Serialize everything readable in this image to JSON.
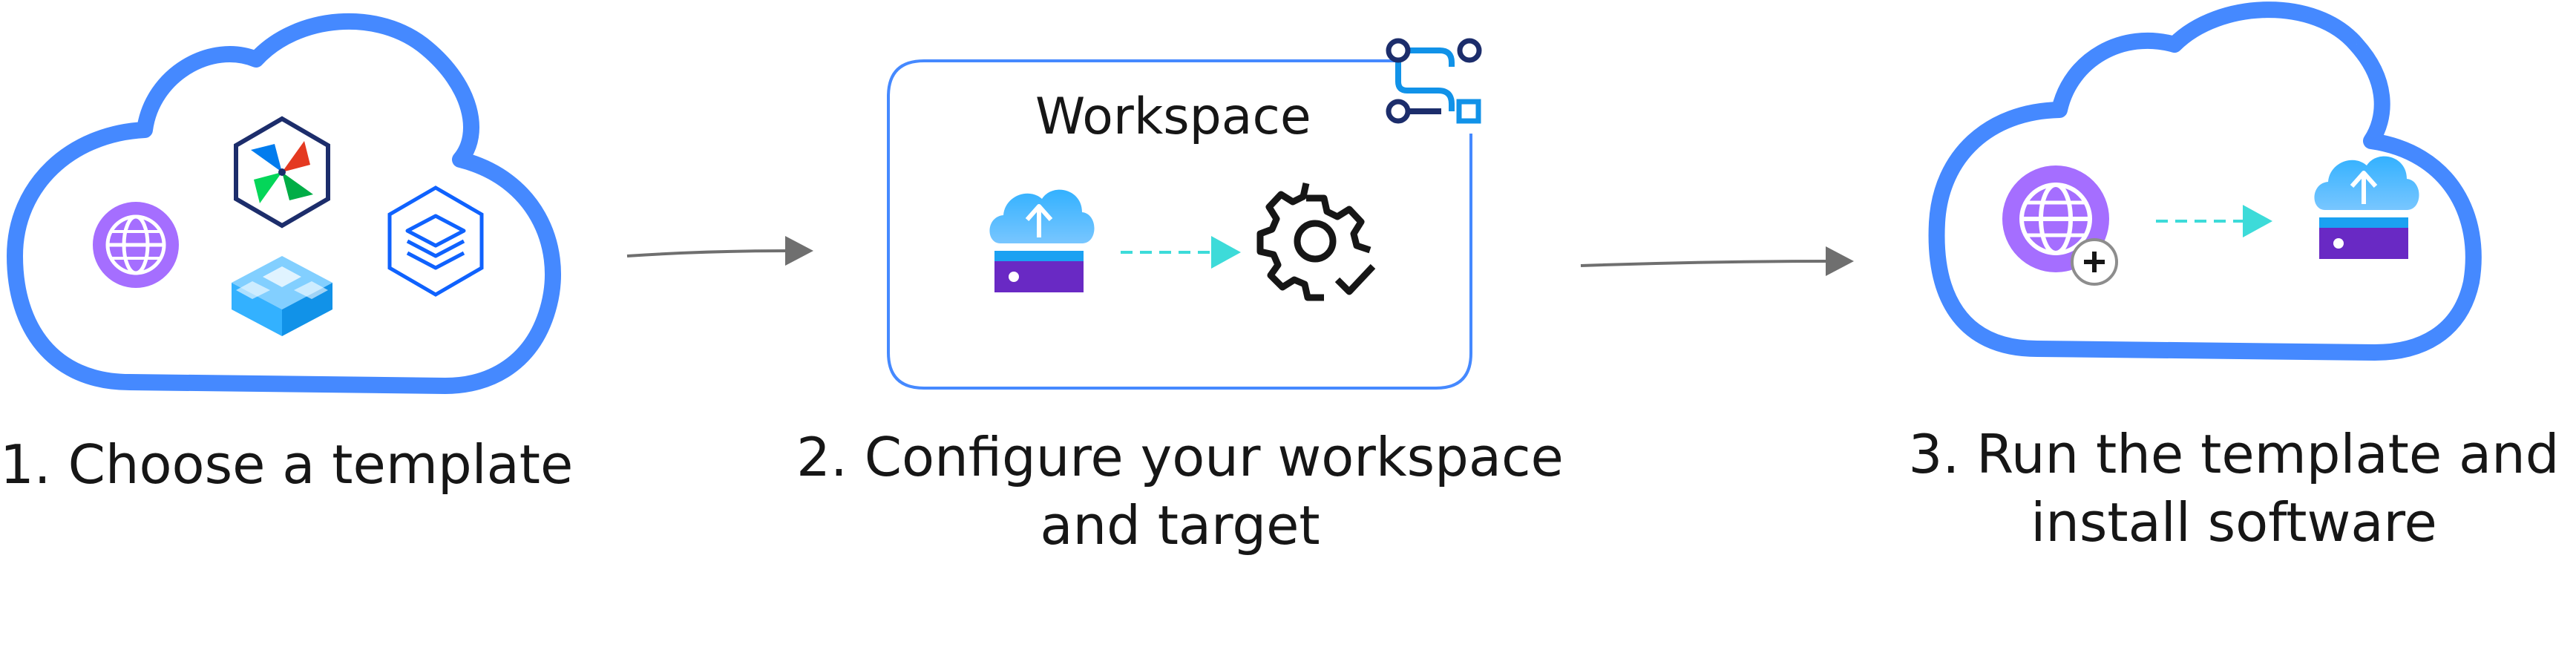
{
  "steps": [
    {
      "label": "1. Choose a template"
    },
    {
      "label": "2. Configure your workspace",
      "label_line2": "and target"
    },
    {
      "label": "3. Run the template and",
      "label_line2": "install software"
    }
  ],
  "workspace": {
    "title": "Workspace"
  },
  "icons": {
    "step1": [
      "globe-icon",
      "pinwheel-logo-icon",
      "layers-icon",
      "blocks-icon"
    ],
    "step2": [
      "cloud-upload-server-icon",
      "gear-check-icon",
      "pipeline-branch-icon"
    ],
    "step3": [
      "globe-add-icon",
      "cloud-upload-server-icon"
    ]
  },
  "colors": {
    "cloud_outline": "#4589ff",
    "purple": "#8a3ffc",
    "teal_arrow": "#3ddbd9",
    "gray_arrow": "#6f6f6f",
    "navy": "#1c2d6b",
    "cyan": "#1192e8"
  }
}
